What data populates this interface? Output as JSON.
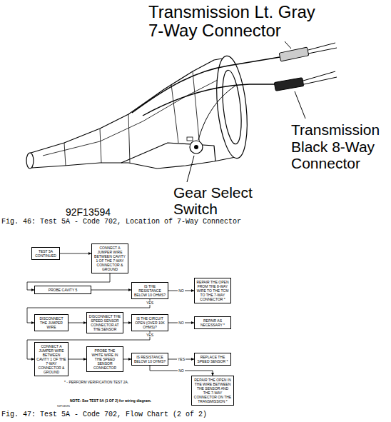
{
  "diagram": {
    "nodes": [
      {
        "text": [
          "TEST 5A CONTINUED"
        ]
      },
      {
        "text": [
          "CONNECT A JUMPER WIRE BETWEEN CAVITY 1 OF THE 7-WAY CONNECTOR & GROUND"
        ]
      },
      {
        "text": [
          "PROBE CAVITY 5"
        ]
      },
      {
        "text": [
          "IS THE RESISTANCE BELOW 10 OHMS?"
        ]
      },
      {
        "text": [
          "REPAIR THE OPEN FROM THE 8-WAY WIRE TO THE TCM TO THE 7-WAY CONNECTOR *"
        ]
      },
      {
        "text": [
          "DISCONNECT THE JUMPER WIRE"
        ]
      },
      {
        "text": [
          "DISCONNECT THE SPEED SENSOR CONNECTOR AT THE SENSOR"
        ]
      },
      {
        "text": [
          "IS THE CIRCUIT OPEN (OVER 10K OHMS)?"
        ]
      },
      {
        "text": [
          "REPAIR AS NECESSARY *"
        ]
      },
      {
        "text": [
          "CONNECT A JUMPER WIRE BETWEEN CAVITY 1 OF THE 7-WAY CONNECTOR & GROUND"
        ]
      },
      {
        "text": [
          "PROBE THE WHITE WIRE IN THE SPEED SENSOR CONNECTOR"
        ]
      },
      {
        "text": [
          "IS RESISTANCE BELOW 10 OHMS?"
        ]
      },
      {
        "text": [
          "REPLACE THE SPEED SENSOR *"
        ]
      },
      {
        "text": [
          "REPAIR THE OPEN IN THE WIRE BETWEEN THE SENSOR AND THE 7-WAY CONNECTOR ON THE TRANSMISSION *"
        ]
      }
    ],
    "edges": [
      {
        "from": 0,
        "to": 1,
        "arrow": "to"
      },
      {
        "from": 1,
        "to": 2,
        "arrow": "to"
      },
      {
        "from": 2,
        "to": 3,
        "arrow": "to"
      },
      {
        "from": 3,
        "to": 4,
        "label": "NO",
        "arrow": "to"
      },
      {
        "from": 3,
        "to": 5,
        "label": "YES",
        "arrow": "to"
      },
      {
        "from": 5,
        "to": 6,
        "arrow": "to"
      },
      {
        "from": 6,
        "to": 7,
        "arrow": "to"
      },
      {
        "from": 7,
        "to": 8,
        "label": "NO",
        "arrow": "to"
      },
      {
        "from": 7,
        "to": 9,
        "label": "YES",
        "arrow": "to"
      },
      {
        "from": 9,
        "to": 10,
        "arrow": "to"
      },
      {
        "from": 10,
        "to": 11,
        "arrow": "to"
      },
      {
        "from": 11,
        "to": 12,
        "label": "YES",
        "arrow": "to"
      },
      {
        "from": 11,
        "to": 13,
        "label": "NO",
        "arrow": "to"
      }
    ],
    "labels": [
      "Transmission Lt. Gray 7-Way Connector",
      "Transmission Black 8-Way Connector",
      "Gear Select Switch",
      "92F13594",
      "Fig. 46: Test 5A - Code 702, Location of 7-Way Connector",
      "* - PERFORM VERIFICATION TEST 2A.",
      "NOTE: See TEST 5A (1 OF 2) for wiring diagram.",
      "92F13595",
      "Fig. 47: Test 5A - Code 702, Flow Chart (2 of 2)"
    ]
  }
}
